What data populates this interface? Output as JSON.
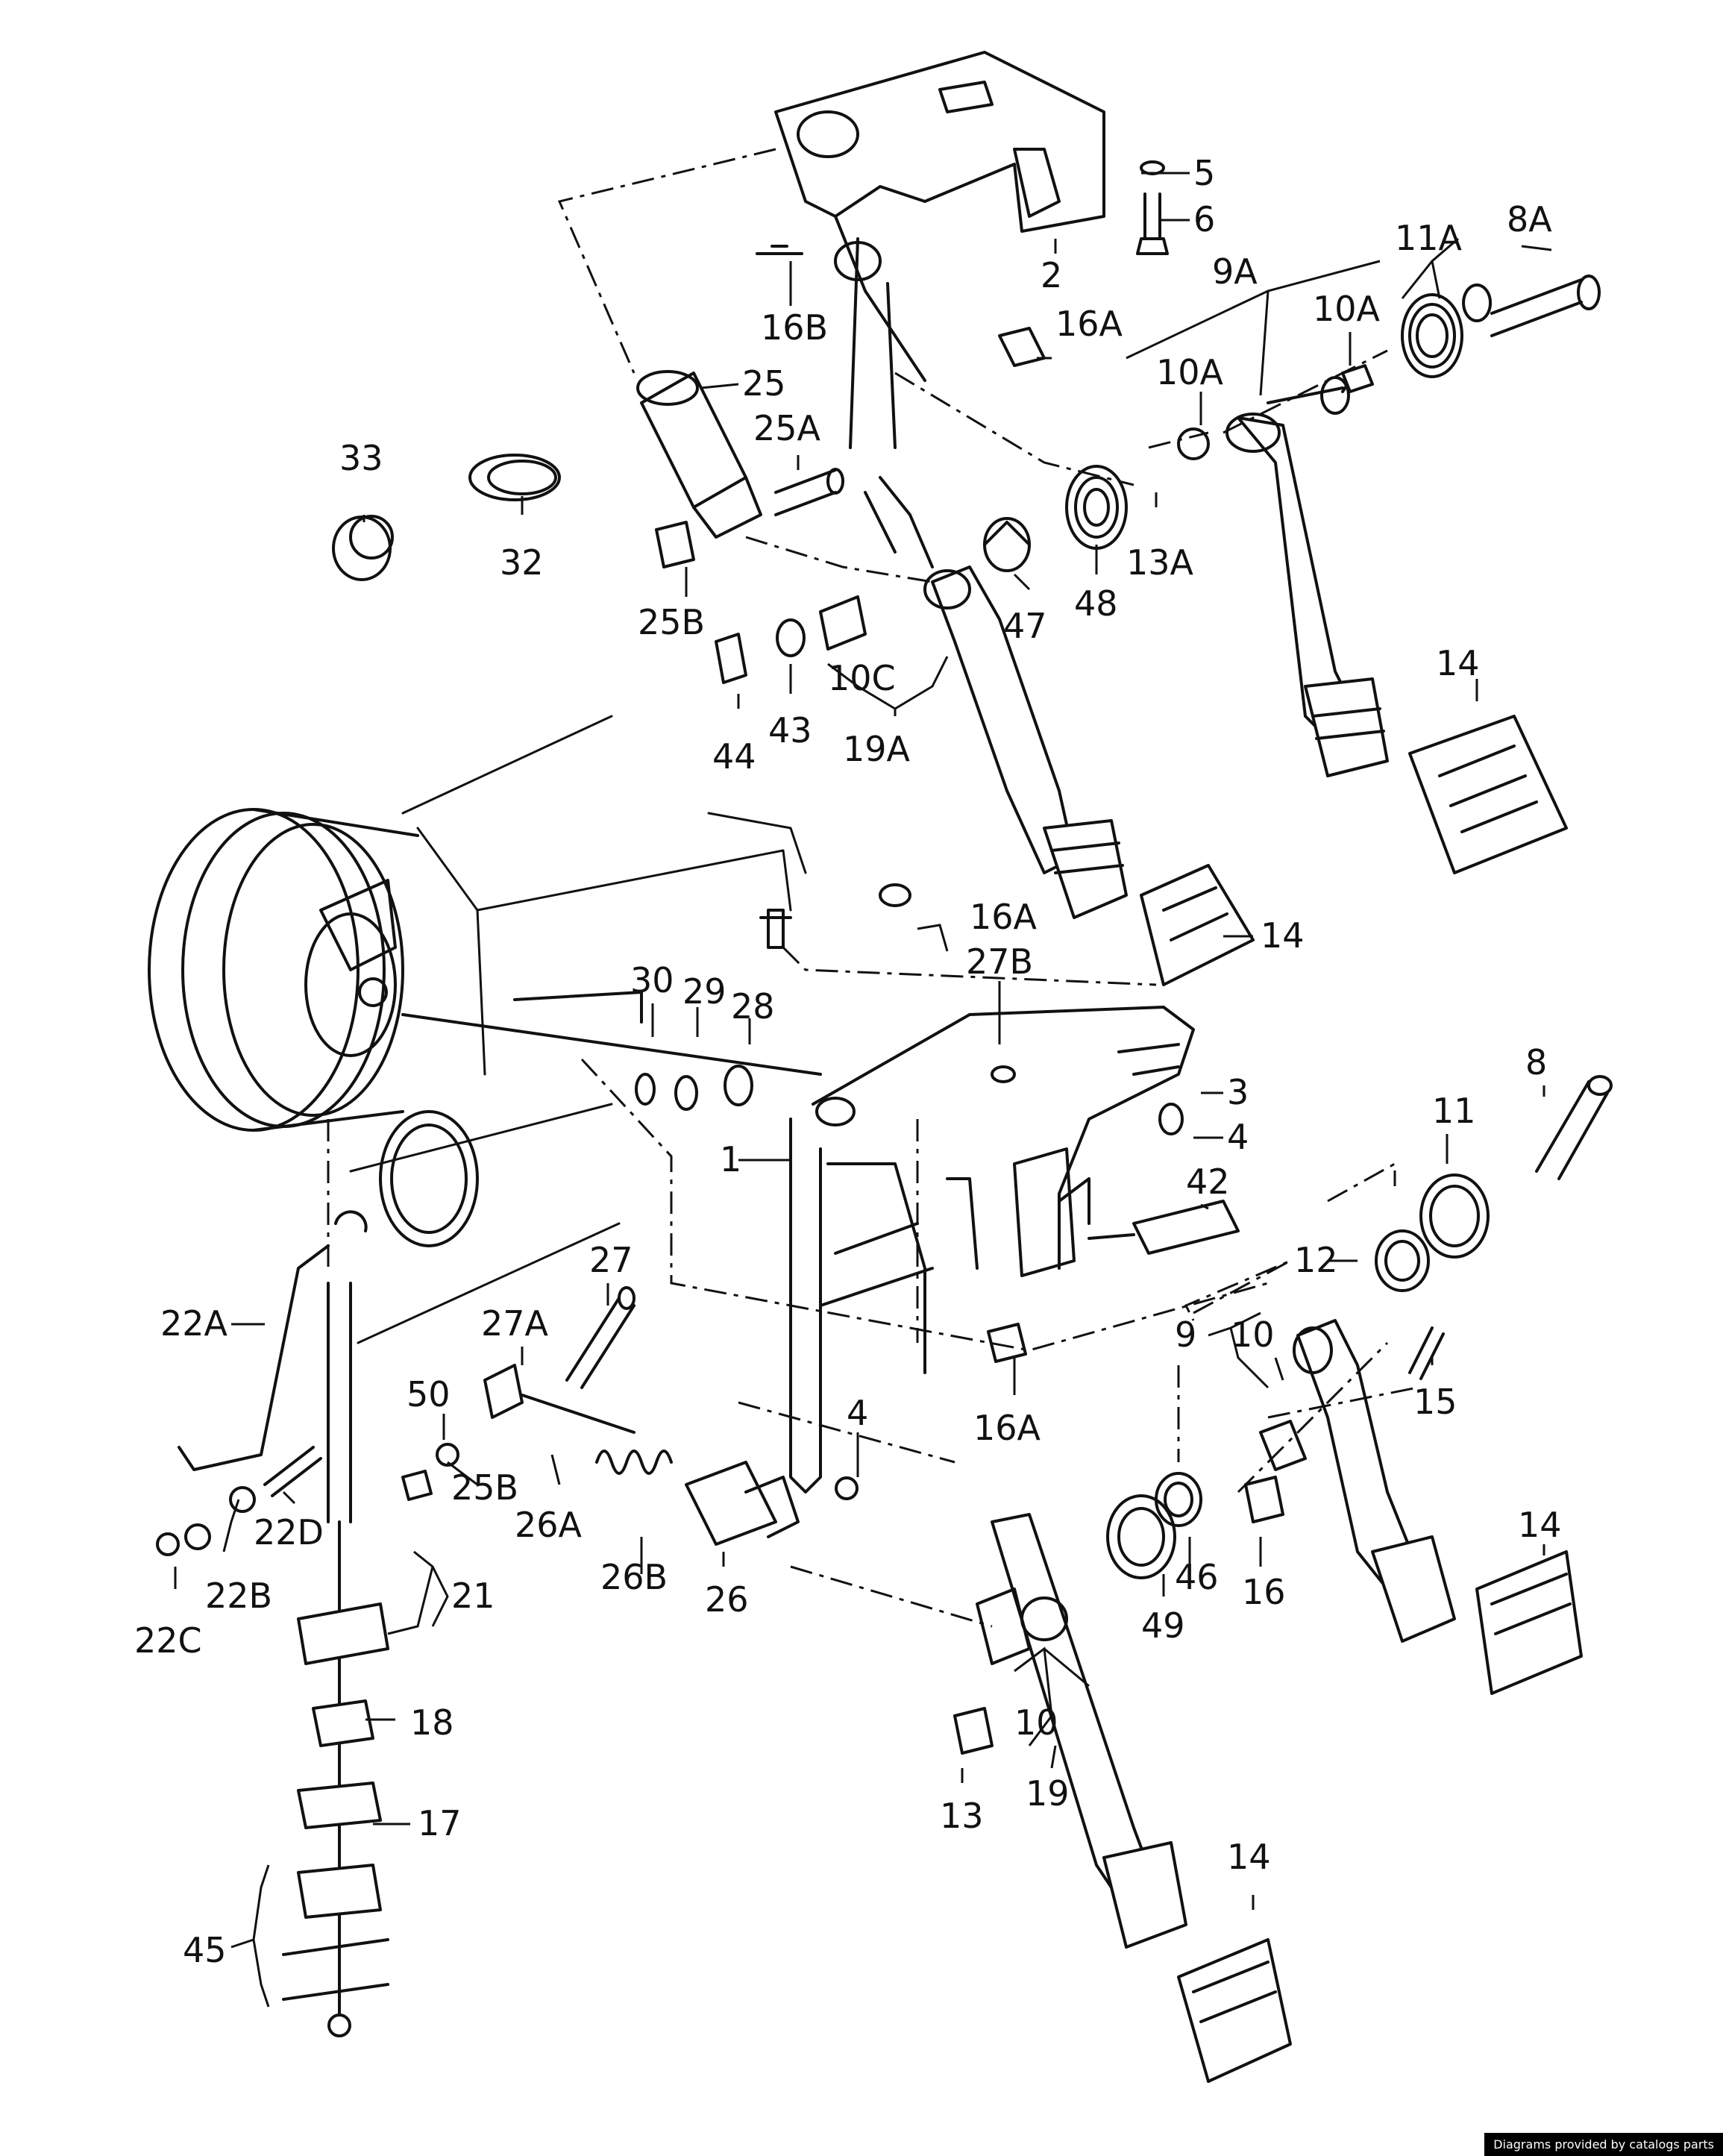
{
  "callouts": [
    {
      "id": "c-5",
      "text": "5"
    },
    {
      "id": "c-6",
      "text": "6"
    },
    {
      "id": "c-2",
      "text": "2"
    },
    {
      "id": "c-16B",
      "text": "16B"
    },
    {
      "id": "c-16A-top",
      "text": "16A"
    },
    {
      "id": "c-11A",
      "text": "11A"
    },
    {
      "id": "c-8A",
      "text": "8A"
    },
    {
      "id": "c-9A",
      "text": "9A"
    },
    {
      "id": "c-10A-upper",
      "text": "10A"
    },
    {
      "id": "c-10A-lower",
      "text": "10A"
    },
    {
      "id": "c-25",
      "text": "25"
    },
    {
      "id": "c-25A",
      "text": "25A"
    },
    {
      "id": "c-33",
      "text": "33"
    },
    {
      "id": "c-32",
      "text": "32"
    },
    {
      "id": "c-25B-top",
      "text": "25B"
    },
    {
      "id": "c-13A",
      "text": "13A"
    },
    {
      "id": "c-48",
      "text": "48"
    },
    {
      "id": "c-47",
      "text": "47"
    },
    {
      "id": "c-10C",
      "text": "10C"
    },
    {
      "id": "c-19A",
      "text": "19A"
    },
    {
      "id": "c-43",
      "text": "43"
    },
    {
      "id": "c-44",
      "text": "44"
    },
    {
      "id": "c-14-a",
      "text": "14"
    },
    {
      "id": "c-14-b",
      "text": "14"
    },
    {
      "id": "c-16A-mid",
      "text": "16A"
    },
    {
      "id": "c-27B",
      "text": "27B"
    },
    {
      "id": "c-30",
      "text": "30"
    },
    {
      "id": "c-29",
      "text": "29"
    },
    {
      "id": "c-28",
      "text": "28"
    },
    {
      "id": "c-8",
      "text": "8"
    },
    {
      "id": "c-3",
      "text": "3"
    },
    {
      "id": "c-4-top",
      "text": "4"
    },
    {
      "id": "c-1",
      "text": "1"
    },
    {
      "id": "c-11",
      "text": "11"
    },
    {
      "id": "c-42",
      "text": "42"
    },
    {
      "id": "c-12",
      "text": "12"
    },
    {
      "id": "c-27",
      "text": "27"
    },
    {
      "id": "c-22A",
      "text": "22A"
    },
    {
      "id": "c-27A",
      "text": "27A"
    },
    {
      "id": "c-9",
      "text": "9"
    },
    {
      "id": "c-10-right",
      "text": "10"
    },
    {
      "id": "c-15",
      "text": "15"
    },
    {
      "id": "c-16A-low",
      "text": "16A"
    },
    {
      "id": "c-50",
      "text": "50"
    },
    {
      "id": "c-4-low",
      "text": "4"
    },
    {
      "id": "c-25B-low",
      "text": "25B"
    },
    {
      "id": "c-26A",
      "text": "26A"
    },
    {
      "id": "c-22D",
      "text": "22D"
    },
    {
      "id": "c-22B",
      "text": "22B"
    },
    {
      "id": "c-22C",
      "text": "22C"
    },
    {
      "id": "c-21",
      "text": "21"
    },
    {
      "id": "c-26B",
      "text": "26B"
    },
    {
      "id": "c-26",
      "text": "26"
    },
    {
      "id": "c-14-c",
      "text": "14"
    },
    {
      "id": "c-46",
      "text": "46"
    },
    {
      "id": "c-16",
      "text": "16"
    },
    {
      "id": "c-49",
      "text": "49"
    },
    {
      "id": "c-18",
      "text": "18"
    },
    {
      "id": "c-10-low",
      "text": "10"
    },
    {
      "id": "c-19",
      "text": "19"
    },
    {
      "id": "c-13",
      "text": "13"
    },
    {
      "id": "c-17",
      "text": "17"
    },
    {
      "id": "c-14-d",
      "text": "14"
    },
    {
      "id": "c-45",
      "text": "45"
    }
  ],
  "credit": "Diagrams provided by catalogs parts"
}
